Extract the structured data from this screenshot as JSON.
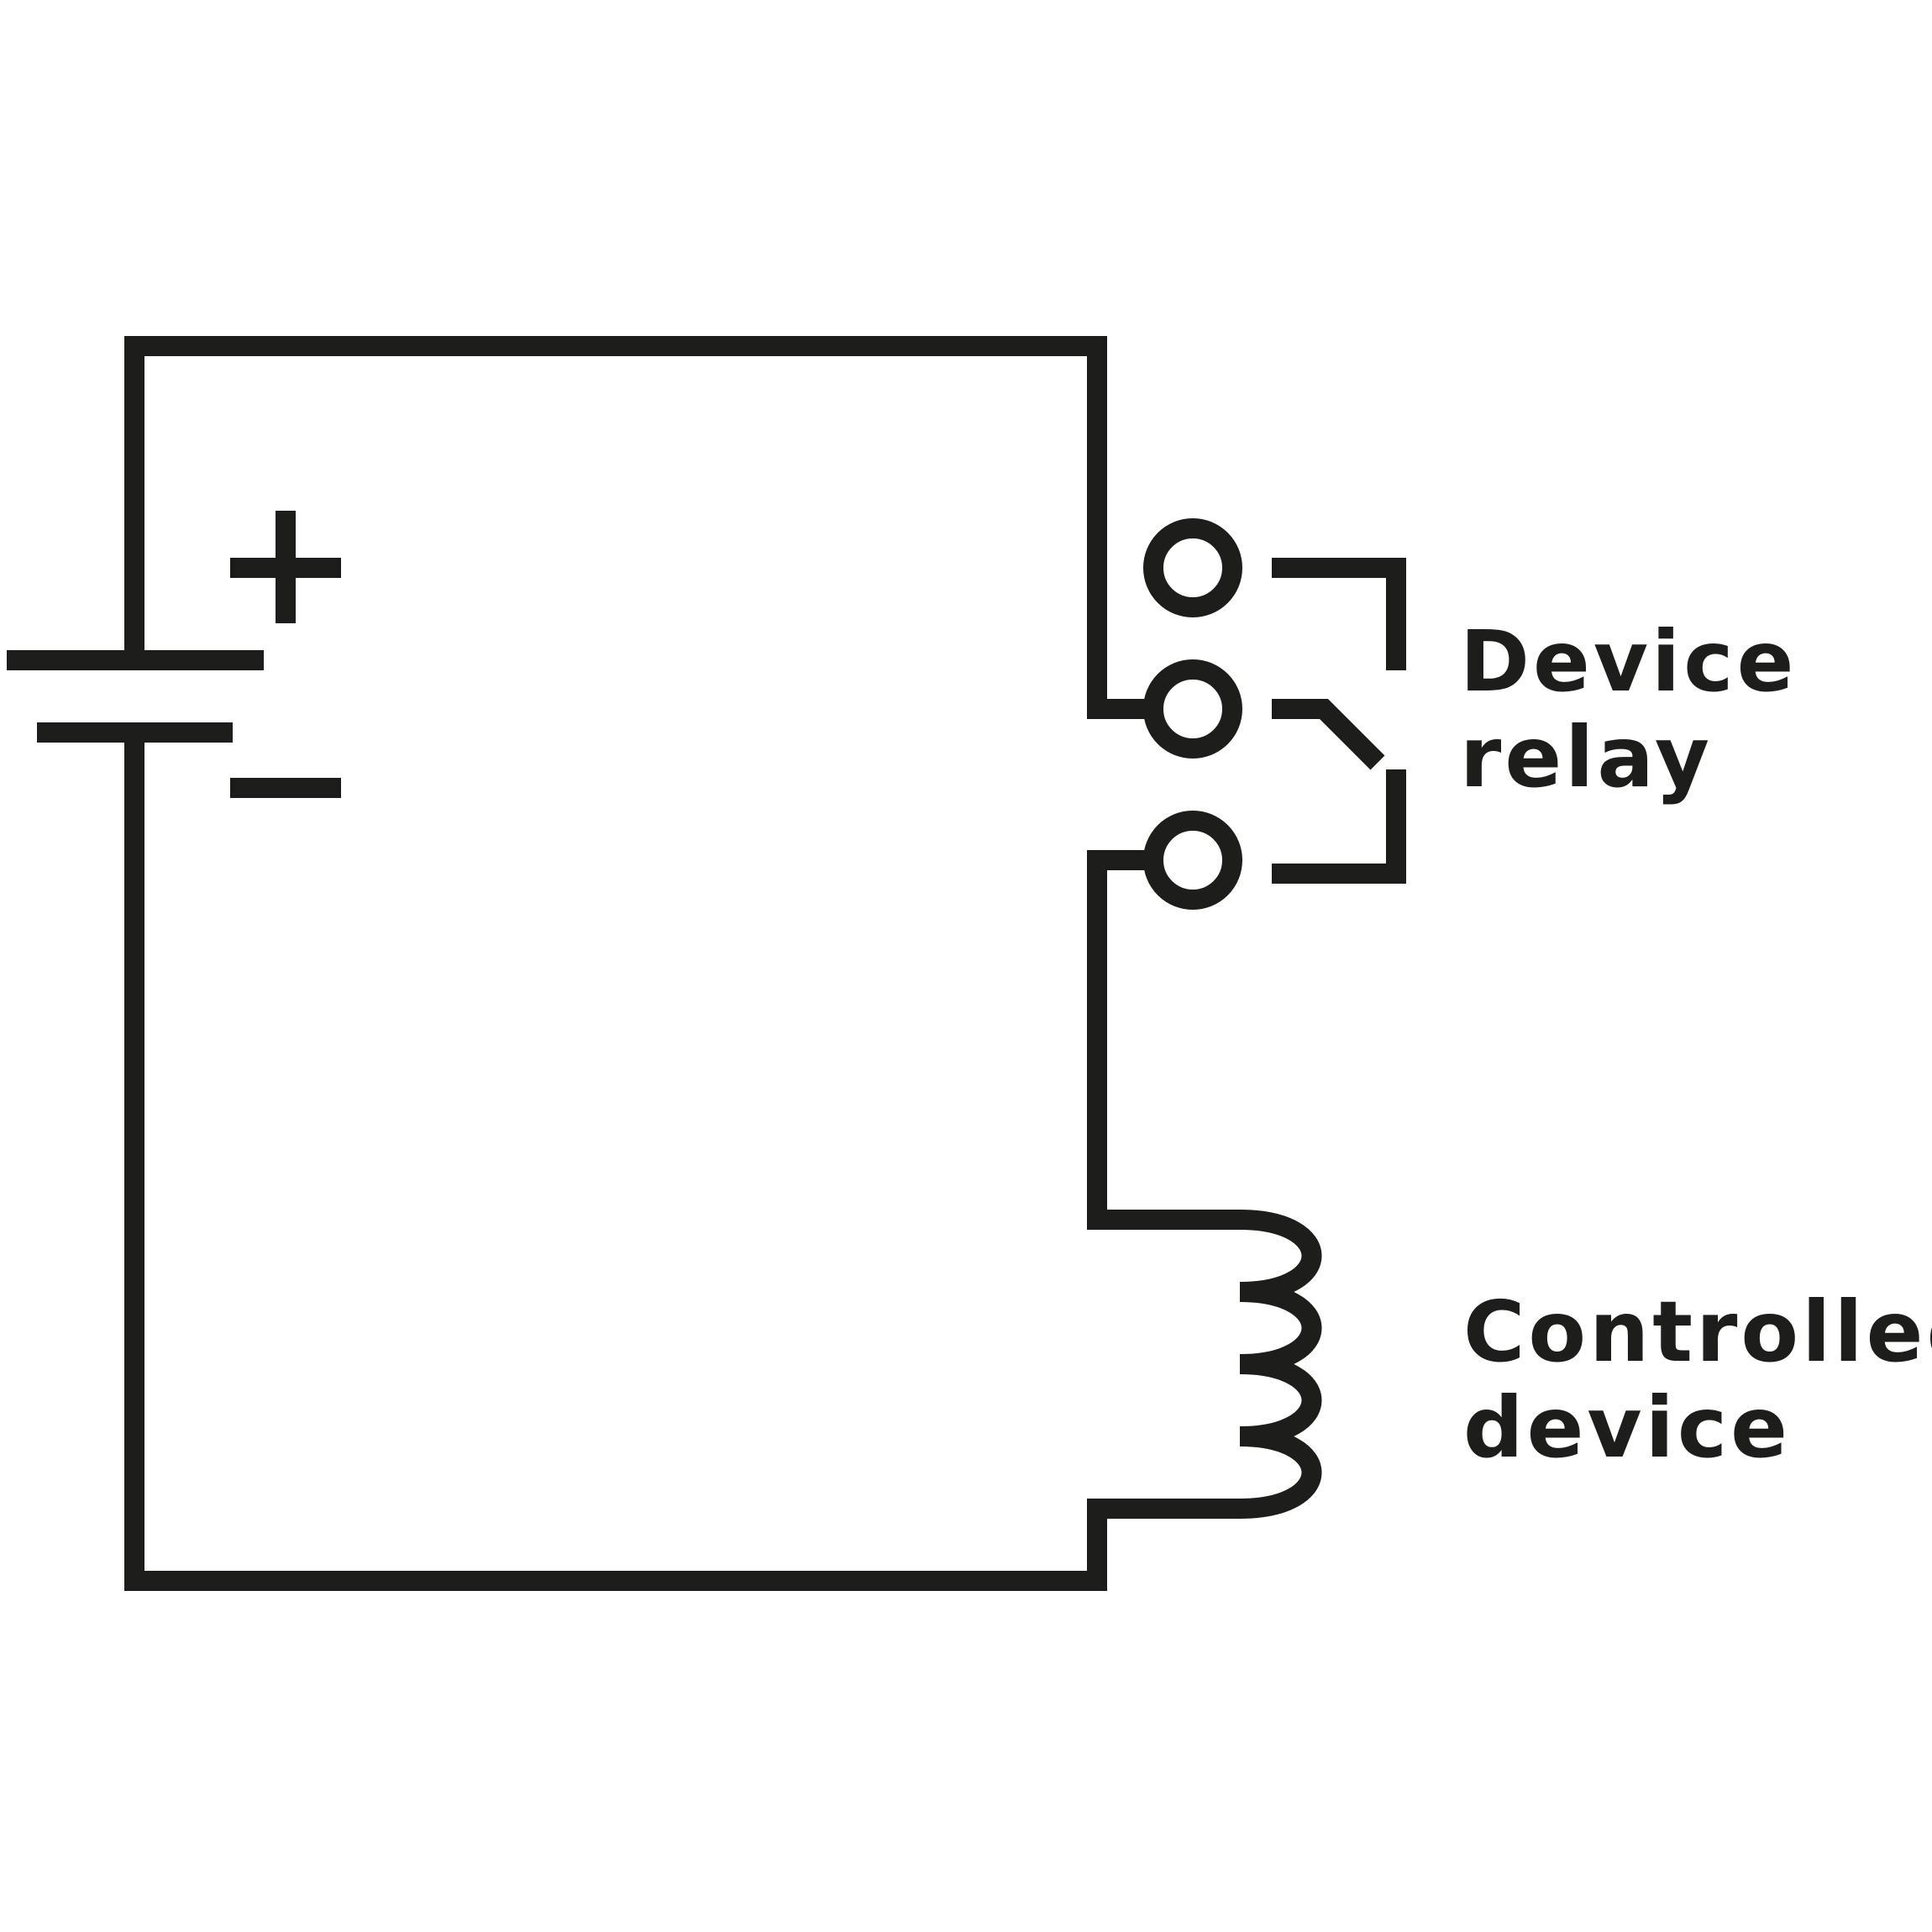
{
  "colors": {
    "ink": "#1d1d1b",
    "background": "#ffffff"
  },
  "battery": {
    "positive_symbol": "+",
    "negative_symbol": "−"
  },
  "relay": {
    "label_line1": "Device",
    "label_line2": "relay"
  },
  "coil": {
    "label_line1": "Controlled",
    "label_line2": "device"
  }
}
